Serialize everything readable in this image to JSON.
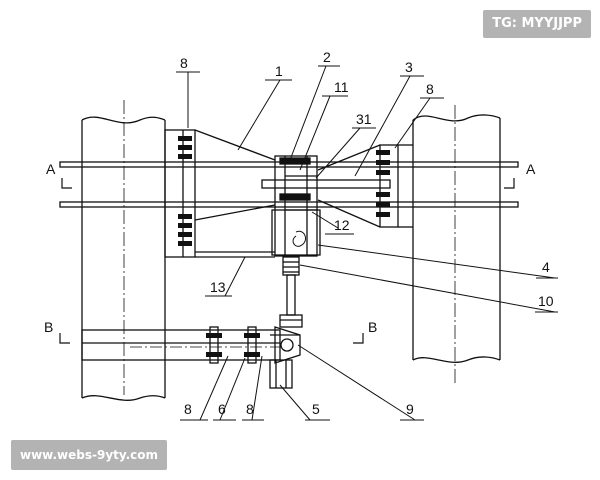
{
  "watermarks": {
    "top_right": "TG: MYYJJPP",
    "bottom_left": "www.webs-9yty.com"
  },
  "section_marks": {
    "a_left": "A",
    "a_right": "A",
    "b_left": "B",
    "b_right": "B"
  },
  "part_labels": {
    "p1": "1",
    "p2": "2",
    "p3": "3",
    "p4": "4",
    "p5": "5",
    "p6": "6",
    "p8_top_left": "8",
    "p8_top_right": "8",
    "p8_bottom_left": "8",
    "p8_bottom_right": "8",
    "p9": "9",
    "p10": "10",
    "p11": "11",
    "p12": "12",
    "p13": "13",
    "p31": "31"
  }
}
